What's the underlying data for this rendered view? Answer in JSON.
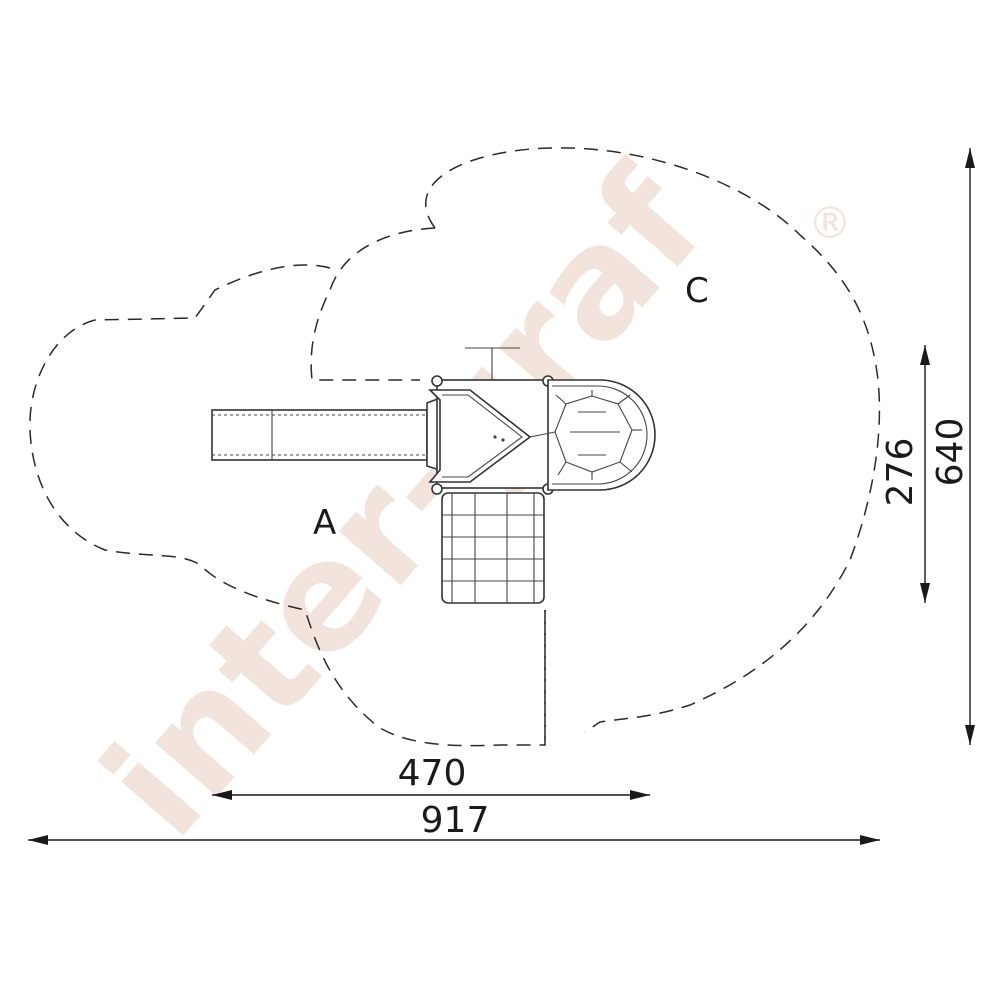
{
  "watermark": {
    "brand": "inter-graf",
    "registered": "®"
  },
  "zones": {
    "a": "A",
    "c": "C"
  },
  "dimensions": {
    "equipment_width": "470",
    "overall_width": "917",
    "equipment_depth": "276",
    "overall_depth": "640"
  }
}
